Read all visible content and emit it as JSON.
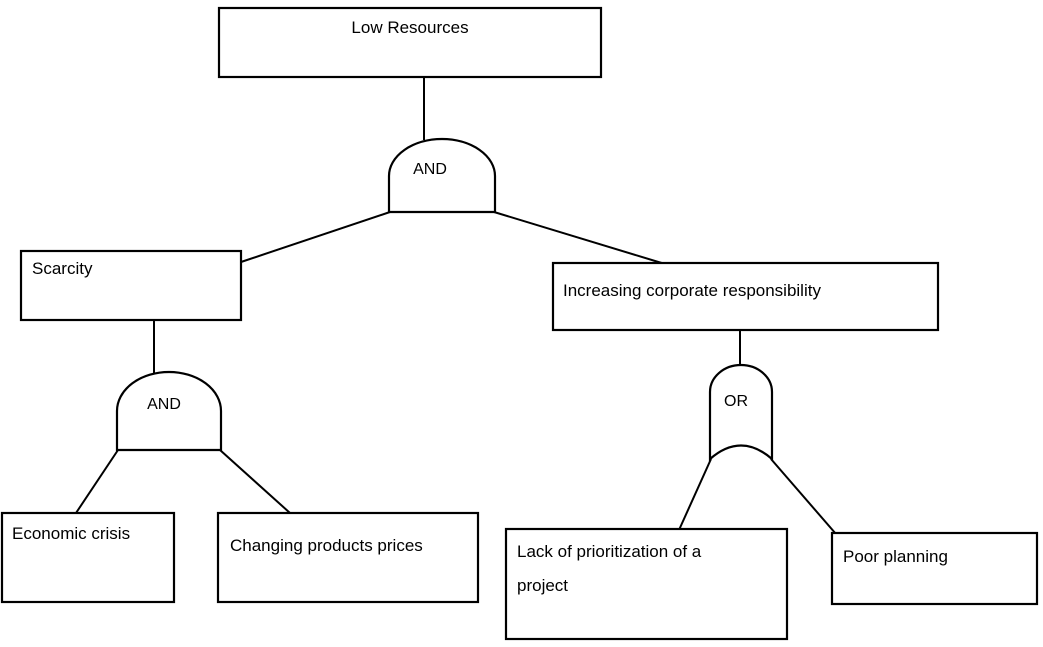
{
  "diagram": {
    "type": "fault-tree",
    "title": "Low Resources fault tree",
    "colors": {
      "stroke": "#000000",
      "fill": "#ffffff",
      "text": "#000000"
    },
    "nodes": {
      "top_event": {
        "label": "Low Resources",
        "align": "center"
      },
      "scarcity": {
        "label": "Scarcity",
        "align": "left"
      },
      "corporate": {
        "label": "Increasing corporate responsibility",
        "align": "left"
      },
      "economic_crisis": {
        "label": "Economic crisis",
        "align": "left"
      },
      "changing_prices": {
        "label": "Changing products prices",
        "align": "left"
      },
      "lack_prioritization_line1": {
        "label": "Lack of prioritization of a"
      },
      "lack_prioritization_line2": {
        "label": "project"
      },
      "poor_planning": {
        "label": "Poor planning",
        "align": "left"
      }
    },
    "gates": {
      "gate_top": {
        "label": "AND",
        "kind": "and"
      },
      "gate_scarcity": {
        "label": "AND",
        "kind": "and"
      },
      "gate_corporate": {
        "label": "OR",
        "kind": "or"
      }
    }
  }
}
